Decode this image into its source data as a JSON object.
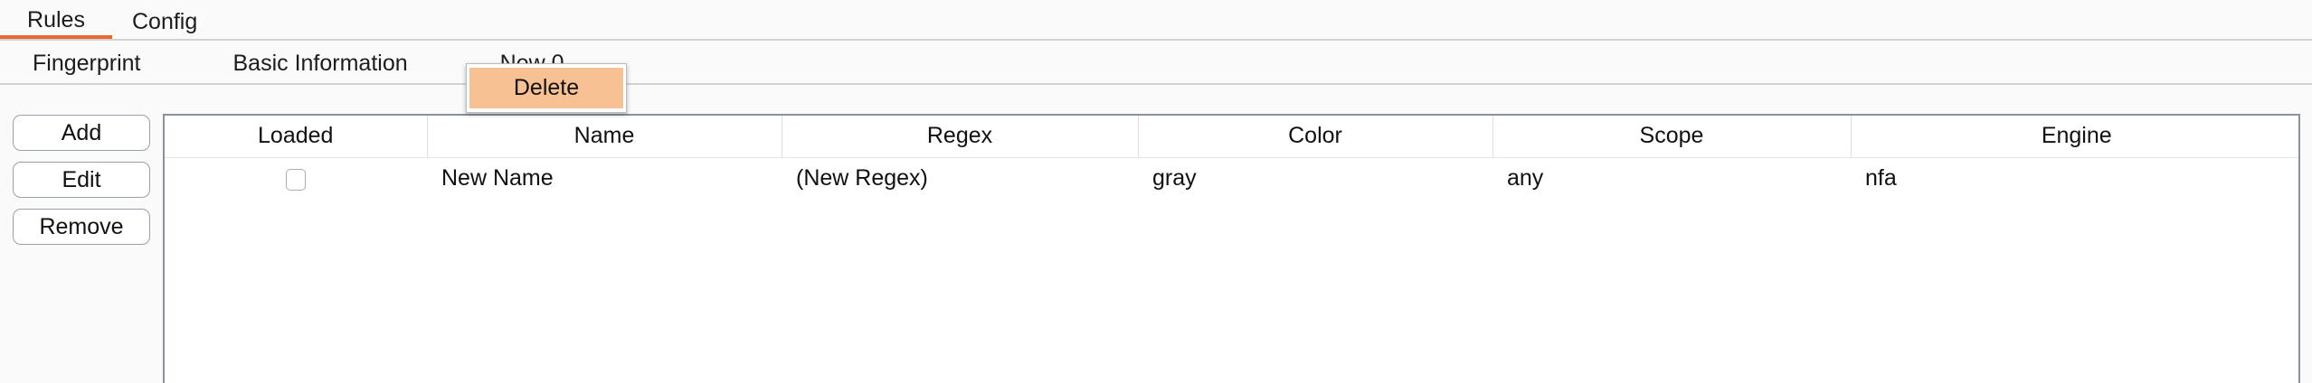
{
  "colors": {
    "accent": "#ec6731",
    "menu_highlight": "#f8c193",
    "page_bg": "#fafafa",
    "table_border": "#8b919b"
  },
  "primary_tabs": [
    {
      "label": "Rules",
      "active": true
    },
    {
      "label": "Config",
      "active": false
    }
  ],
  "secondary_tabs": [
    {
      "label": "Fingerprint",
      "active": false
    },
    {
      "label": "Basic Information",
      "active": false
    },
    {
      "label": "New 0",
      "active": true
    }
  ],
  "context_menu": {
    "items": [
      {
        "label": "Delete",
        "highlighted": true
      }
    ]
  },
  "side_buttons": [
    {
      "label": "Add"
    },
    {
      "label": "Edit"
    },
    {
      "label": "Remove"
    }
  ],
  "table": {
    "columns": [
      "Loaded",
      "Name",
      "Regex",
      "Color",
      "Scope",
      "Engine"
    ],
    "rows": [
      {
        "loaded": false,
        "name": "New Name",
        "regex": "(New Regex)",
        "color": "gray",
        "scope": "any",
        "engine": "nfa"
      }
    ]
  }
}
